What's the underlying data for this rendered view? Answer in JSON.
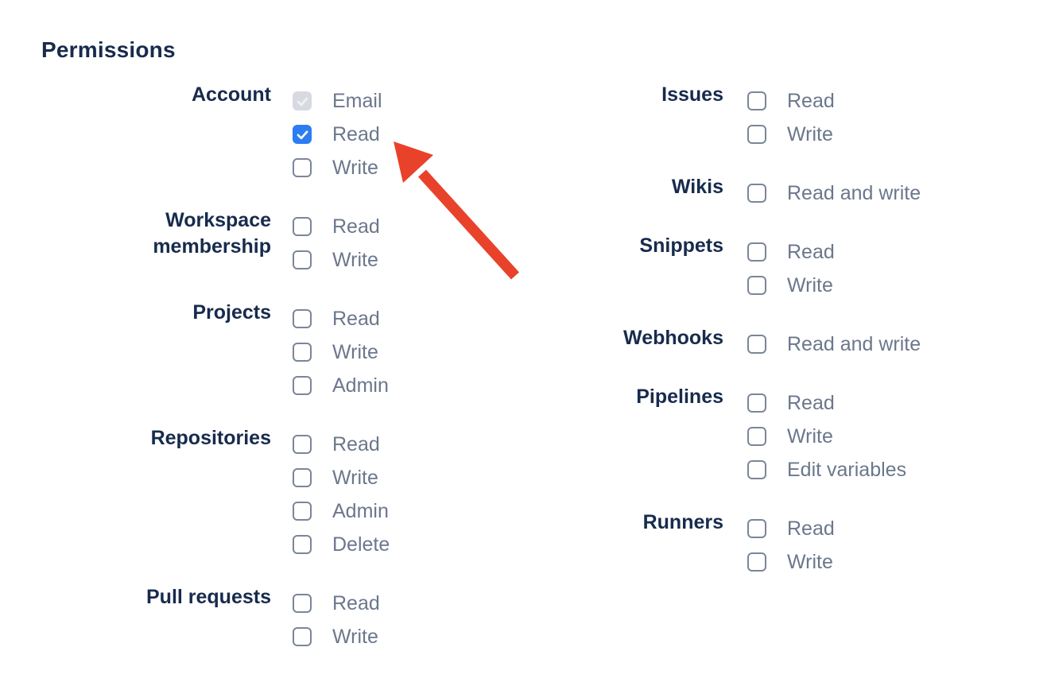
{
  "page": {
    "background": "#FFFFFF"
  },
  "colors": {
    "heading": "#172B4D",
    "group_label": "#172B4D",
    "option_label": "#6B778C",
    "checkbox_border": "#7A8699",
    "checkbox_checked": "#2D7CF2",
    "checkbox_disabled_bg": "#D7DAE0",
    "checkbox_disabled_check": "#F1F2F4",
    "arrow": "#E8422B"
  },
  "permissions": {
    "heading": "Permissions",
    "left_groups": [
      {
        "id": "account",
        "label": "Account",
        "options": [
          {
            "label": "Email",
            "state": "disabled-checked"
          },
          {
            "label": "Read",
            "state": "checked"
          },
          {
            "label": "Write",
            "state": "unchecked"
          }
        ]
      },
      {
        "id": "workspace-membership",
        "label": "Workspace membership",
        "options": [
          {
            "label": "Read",
            "state": "unchecked"
          },
          {
            "label": "Write",
            "state": "unchecked"
          }
        ]
      },
      {
        "id": "projects",
        "label": "Projects",
        "options": [
          {
            "label": "Read",
            "state": "unchecked"
          },
          {
            "label": "Write",
            "state": "unchecked"
          },
          {
            "label": "Admin",
            "state": "unchecked"
          }
        ]
      },
      {
        "id": "repositories",
        "label": "Repositories",
        "options": [
          {
            "label": "Read",
            "state": "unchecked"
          },
          {
            "label": "Write",
            "state": "unchecked"
          },
          {
            "label": "Admin",
            "state": "unchecked"
          },
          {
            "label": "Delete",
            "state": "unchecked"
          }
        ]
      },
      {
        "id": "pull-requests",
        "label": "Pull requests",
        "options": [
          {
            "label": "Read",
            "state": "unchecked"
          },
          {
            "label": "Write",
            "state": "unchecked"
          }
        ]
      }
    ],
    "right_groups": [
      {
        "id": "issues",
        "label": "Issues",
        "options": [
          {
            "label": "Read",
            "state": "unchecked"
          },
          {
            "label": "Write",
            "state": "unchecked"
          }
        ]
      },
      {
        "id": "wikis",
        "label": "Wikis",
        "options": [
          {
            "label": "Read and write",
            "state": "unchecked"
          }
        ]
      },
      {
        "id": "snippets",
        "label": "Snippets",
        "options": [
          {
            "label": "Read",
            "state": "unchecked"
          },
          {
            "label": "Write",
            "state": "unchecked"
          }
        ]
      },
      {
        "id": "webhooks",
        "label": "Webhooks",
        "options": [
          {
            "label": "Read and write",
            "state": "unchecked"
          }
        ]
      },
      {
        "id": "pipelines",
        "label": "Pipelines",
        "options": [
          {
            "label": "Read",
            "state": "unchecked"
          },
          {
            "label": "Write",
            "state": "unchecked"
          },
          {
            "label": "Edit variables",
            "state": "unchecked"
          }
        ]
      },
      {
        "id": "runners",
        "label": "Runners",
        "options": [
          {
            "label": "Read",
            "state": "unchecked"
          },
          {
            "label": "Write",
            "state": "unchecked"
          }
        ]
      }
    ]
  },
  "annotation": {
    "type": "arrow",
    "points_to": "account-read-checkbox"
  }
}
